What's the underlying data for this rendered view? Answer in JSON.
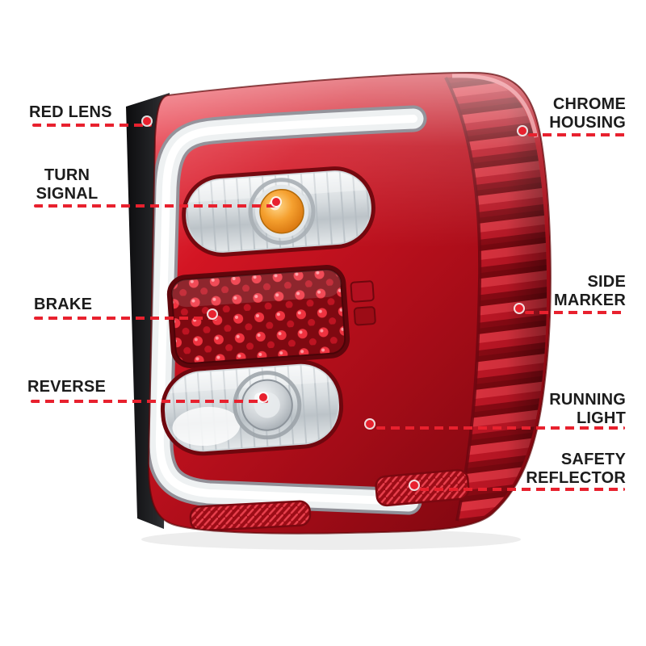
{
  "page": {
    "background_color": "#ffffff"
  },
  "diagram": {
    "type": "annotated-product-callout-diagram",
    "subject": "tail light assembly",
    "colors": {
      "callout_accent": "#e8212e",
      "lens_red": "#c4121f",
      "lens_dark_red": "#7c070f",
      "chrome": "#e9edef",
      "turn_signal_amber": "#f5a02f",
      "housing_black": "#1a1b1d"
    },
    "callouts": {
      "red_lens": {
        "label": "RED LENS",
        "side": "left"
      },
      "turn_signal": {
        "label": "TURN SIGNAL",
        "side": "left"
      },
      "brake": {
        "label": "BRAKE",
        "side": "left"
      },
      "reverse": {
        "label": "REVERSE",
        "side": "left"
      },
      "chrome_housing": {
        "label": "CHROME HOUSING",
        "side": "right"
      },
      "side_marker": {
        "label": "SIDE MARKER",
        "side": "right"
      },
      "running_light": {
        "label": "RUNNING LIGHT",
        "side": "right"
      },
      "safety_reflector": {
        "label": "SAFETY REFLECTOR",
        "side": "right"
      }
    }
  }
}
